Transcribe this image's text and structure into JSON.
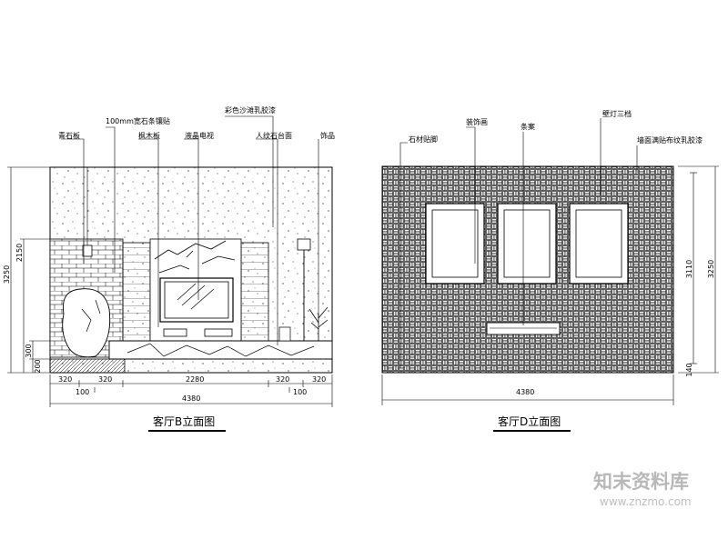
{
  "left_elevation": {
    "title": "客厅B立面图",
    "labels": [
      "青石板",
      "100mm宽石条镶贴",
      "枫木板",
      "液晶电视",
      "彩色沙滩乳胶漆",
      "人纹石台面",
      "饰品"
    ],
    "width_dims": [
      "320",
      "320",
      "2280",
      "320",
      "320"
    ],
    "offset_dims": [
      "100",
      "100"
    ],
    "total_width": "4380",
    "height_dims": [
      "3250",
      "2150",
      "300",
      "200"
    ]
  },
  "right_elevation": {
    "title": "客厅D立面图",
    "labels": [
      "石材贴脚",
      "装饰画",
      "条案",
      "壁灯三档",
      "墙面满贴布纹乳胶漆"
    ],
    "total_width": "4380",
    "height_dims": [
      "3110",
      "3250",
      "140"
    ]
  },
  "watermark": {
    "brand": "知末资料库",
    "url": "www.znzmo.com"
  },
  "colors": {
    "line": "#000000",
    "background": "#ffffff",
    "watermark": "#b8b8b8"
  }
}
